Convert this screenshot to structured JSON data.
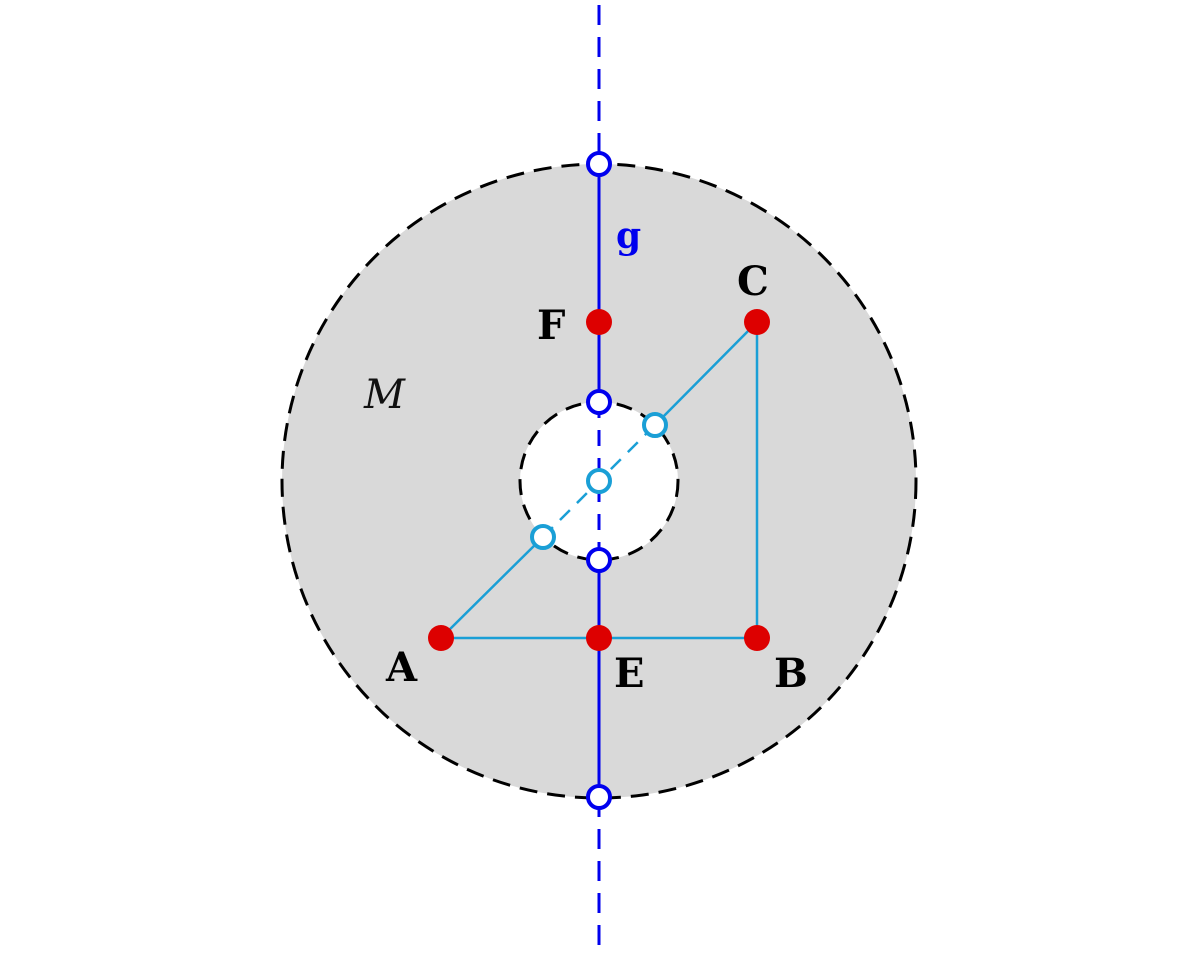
{
  "diagram": {
    "set_label": "M",
    "line_label": "g",
    "points": {
      "A": "A",
      "B": "B",
      "C": "C",
      "E": "E",
      "F": "F"
    }
  },
  "colors": {
    "annulus_fill": "#d9d9d9",
    "boundary": "#000000",
    "line_g": "#0000ee",
    "triangle": "#1a9fd6",
    "point_fill": "#dd0000",
    "open_point_fill": "#ffffff"
  }
}
